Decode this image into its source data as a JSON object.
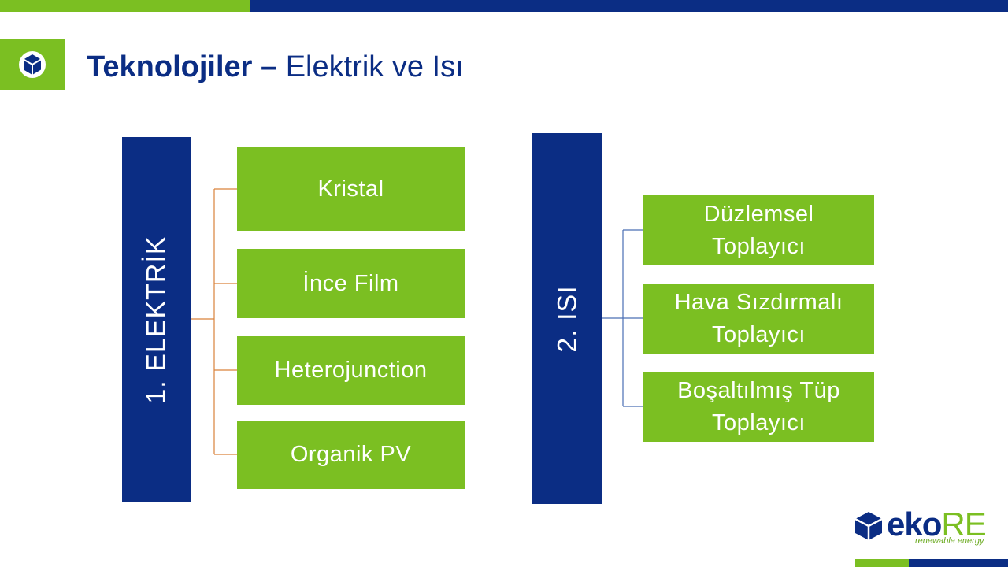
{
  "header": {
    "title_bold": "Teknolojiler –",
    "title_rest": "Elektrik ve Isı"
  },
  "diagram": {
    "left": {
      "label": "1. ELEKTRİK",
      "items": [
        "Kristal",
        "İnce Film",
        "Heterojunction",
        "Organik PV"
      ]
    },
    "right": {
      "label": "2. ISI",
      "items": [
        "Düzlemsel Toplayıcı",
        "Hava Sızdırmalı Toplayıcı",
        "Boşaltılmış Tüp Toplayıcı"
      ]
    }
  },
  "logo": {
    "mark": "eko",
    "mark_accent": "RE",
    "tagline": "renewable energy"
  },
  "colors": {
    "brand_green": "#7bbf22",
    "brand_blue": "#0b2d84",
    "left_connector": "#d9823b",
    "right_connector": "#4a6fb5"
  },
  "icons": {
    "title_badge": "hexagon-cube-icon",
    "logo_mark": "hexagon-cube-icon"
  }
}
